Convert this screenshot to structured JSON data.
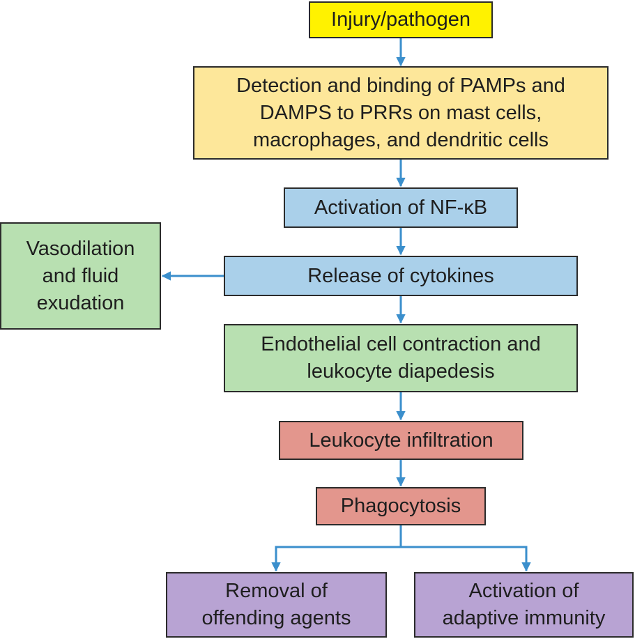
{
  "colors": {
    "yellow": "#fff200",
    "tan": "#fde79a",
    "blue": "#aad0ea",
    "green": "#b8e0b1",
    "red": "#e3968d",
    "purple": "#b8a3d3",
    "arrow": "#3b8fcc"
  },
  "nodes": {
    "injury": "Injury/pathogen",
    "detection": "Detection and binding of PAMPs and\nDAMPS to PRRs on mast cells,\nmacrophages, and dendritic cells",
    "nfkb": "Activation of NF-κB",
    "vasodilation": "Vasodilation\nand fluid\nexudation",
    "cytokines": "Release of cytokines",
    "endothelial": "Endothelial cell contraction and\nleukocyte diapedesis",
    "infiltration": "Leukocyte infiltration",
    "phagocytosis": "Phagocytosis",
    "removal": "Removal of\noffending agents",
    "adaptive": "Activation of\nadaptive immunity"
  }
}
